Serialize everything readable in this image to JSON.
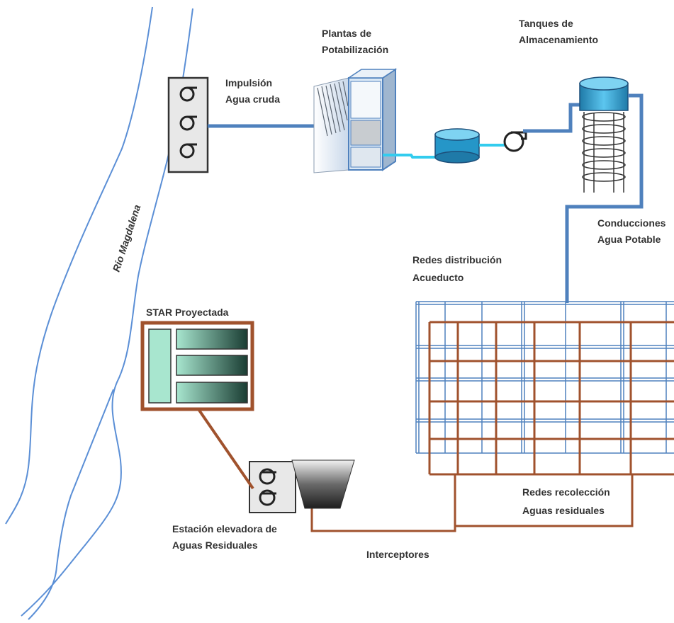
{
  "labels": {
    "impulsion_1": "Impulsión",
    "impulsion_2": "Agua cruda",
    "plantas_1": "Plantas de",
    "plantas_2": "Potabilización",
    "tanques_1": "Tanques de",
    "tanques_2": "Almacenamiento",
    "conducciones_1": "Conducciones",
    "conducciones_2": "Agua Potable",
    "redes_dist_1": "Redes distribución",
    "redes_dist_2": "Acueducto",
    "star": "STAR Proyectada",
    "redes_recol_1": "Redes recolección",
    "redes_recol_2": "Aguas residuales",
    "estacion_1": "Estación elevadora de",
    "estacion_2": "Aguas Residuales",
    "interceptores": "Interceptores",
    "river": "Río Magdalena"
  },
  "colors": {
    "water_pipe": "#4f81bd",
    "treated_pipe": "#33ccee",
    "sewer_pipe": "#a0522d",
    "river_line": "#5b8fd6",
    "distribution_grid": "#4f81bd",
    "collection_grid": "#a0522d",
    "pump_box": "#e8e8e8"
  },
  "icons": {
    "pump": "pump-icon",
    "plant": "treatment-plant-icon",
    "tank": "storage-tank-icon",
    "star": "wastewater-treatment-icon"
  }
}
